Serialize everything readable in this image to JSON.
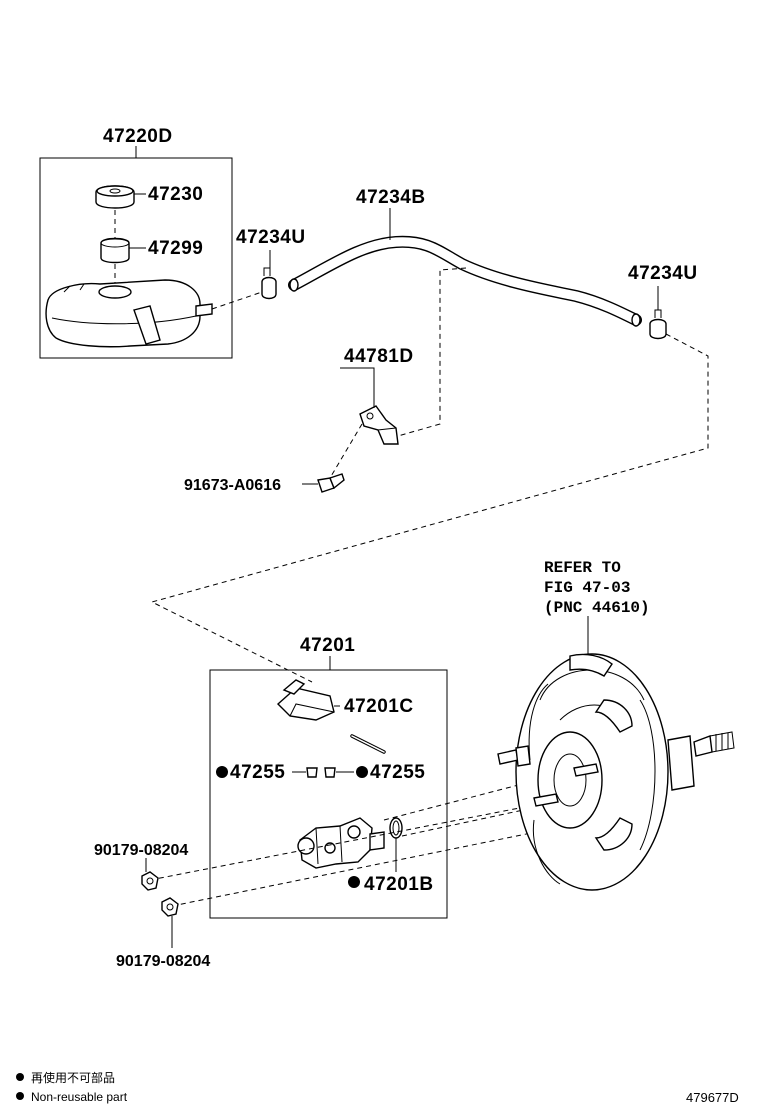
{
  "parts": {
    "reservoir_assy": "47220D",
    "cap": "47230",
    "strainer": "47299",
    "clamp_left": "47234U",
    "hose": "47234B",
    "clamp_right": "47234U",
    "bracket": "44781D",
    "bolt": "91673-A0616",
    "master_cylinder_assy": "47201",
    "reservoir_grommet_kit": "47201C",
    "grommet_left": "47255",
    "grommet_right": "47255",
    "oring_kit": "47201B",
    "nut_upper": "90179-08204",
    "nut_lower": "90179-08204"
  },
  "reference": {
    "line1": "REFER TO",
    "line2": "FIG 47-03",
    "line3": "(PNC 44610)"
  },
  "legend": {
    "item1": "再使用不可部品",
    "item2": "Non-reusable part"
  },
  "figure_id": "479677D"
}
